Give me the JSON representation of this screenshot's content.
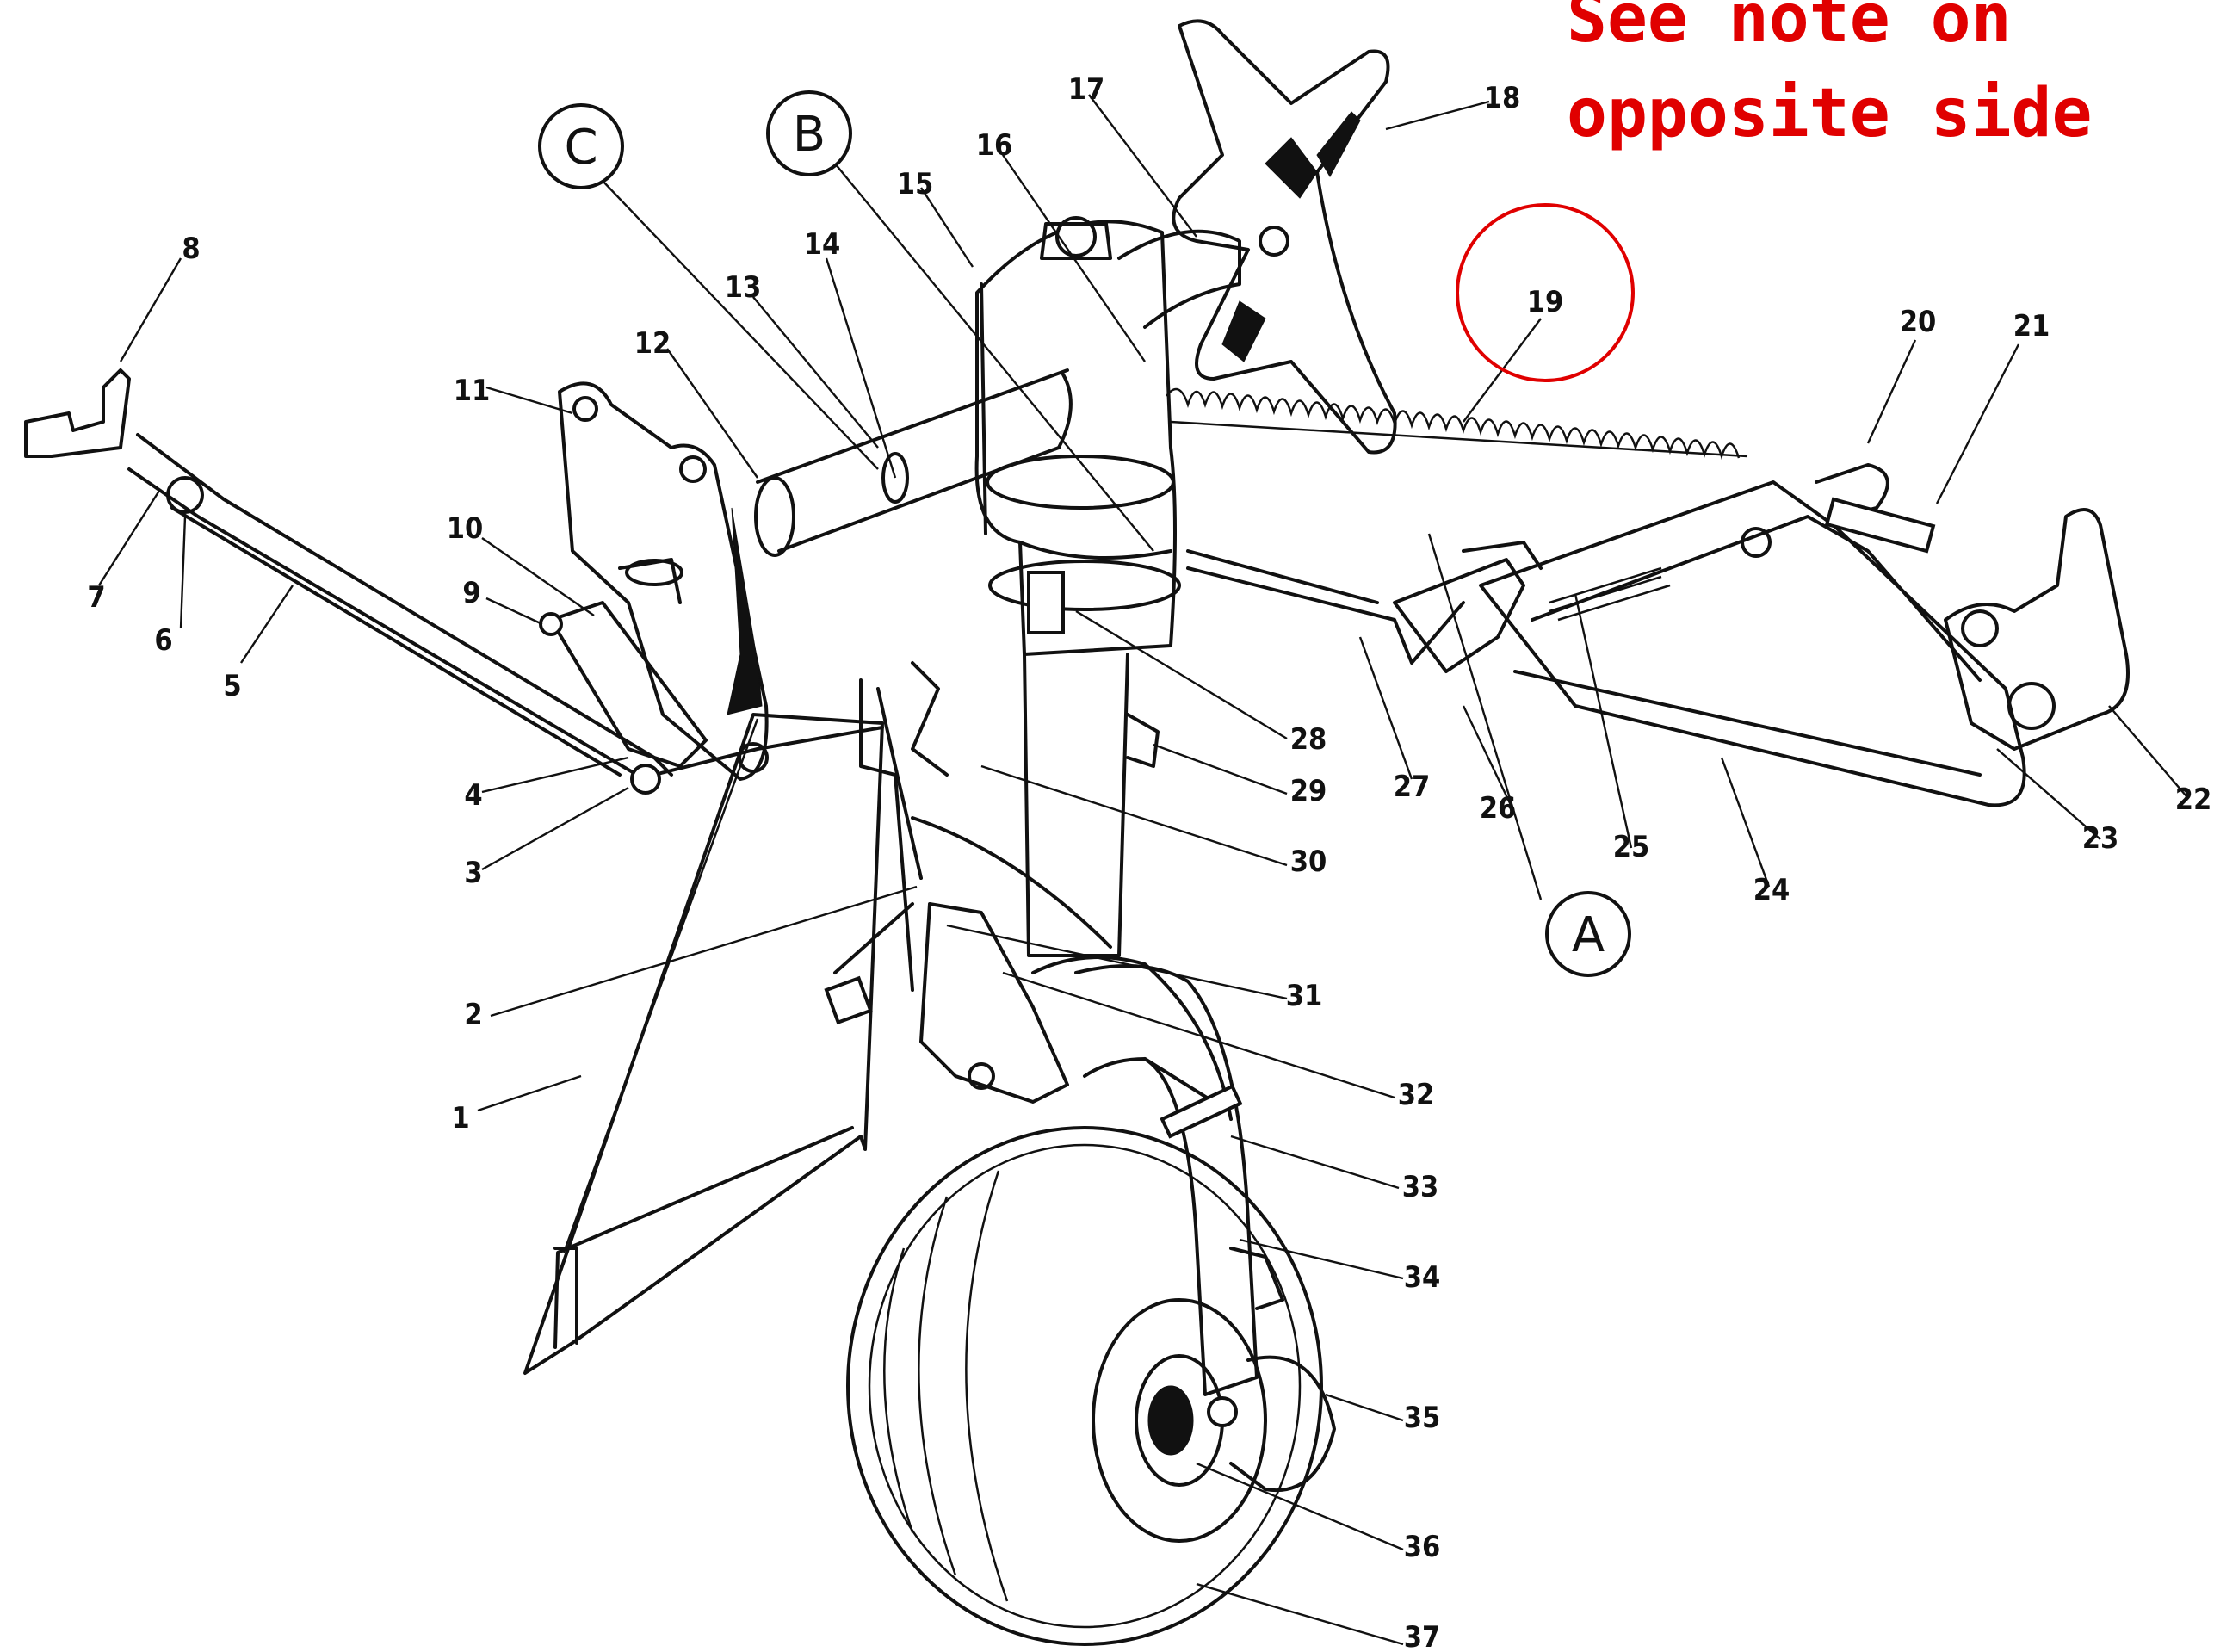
{
  "note": {
    "line1": "See note on",
    "line2": "opposite side",
    "color": "#e00000"
  },
  "callouts": [
    "A",
    "B",
    "C"
  ],
  "highlighted_part": "19",
  "part_numbers": [
    "1",
    "2",
    "3",
    "4",
    "5",
    "6",
    "7",
    "8",
    "9",
    "10",
    "11",
    "12",
    "13",
    "14",
    "15",
    "16",
    "17",
    "18",
    "19",
    "20",
    "21",
    "22",
    "23",
    "24",
    "25",
    "26",
    "27",
    "28",
    "29",
    "30",
    "31",
    "32",
    "33",
    "34",
    "35",
    "36",
    "37"
  ]
}
